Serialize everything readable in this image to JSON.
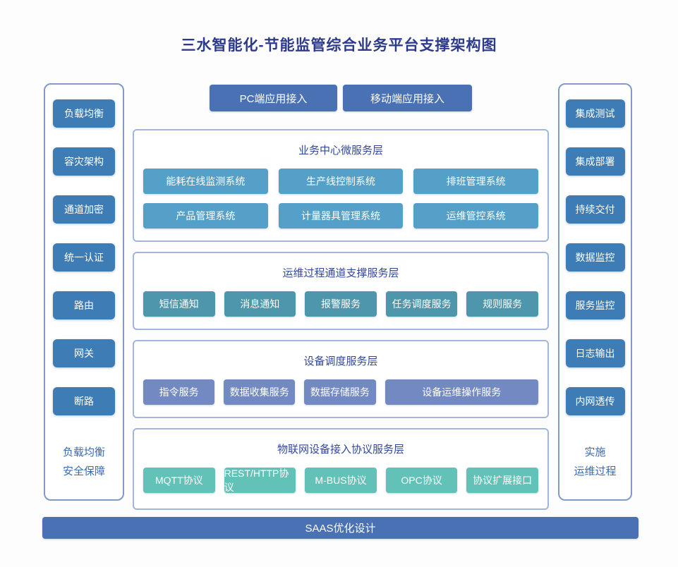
{
  "title": "三水智能化-节能监管综合业务平台支撑架构图",
  "colors": {
    "title_text": "#2d3a8c",
    "sidebar_button": "#3d7cb5",
    "indigo_button": "#4a71b4",
    "layer_header_text": "#33489c",
    "border": "#a3b5da",
    "business_layer_button": "#55a0c9",
    "channel_layer_button": "#4e96ab",
    "dispatch_layer_button": "#7389c2",
    "protocol_layer_button": "#62c2b8"
  },
  "access_buttons": [
    "PC端应用接入",
    "移动端应用接入"
  ],
  "left_sidebar": {
    "items": [
      "负载均衡",
      "容灾架构",
      "通道加密",
      "统一认证",
      "路由",
      "网关",
      "断路"
    ],
    "footer_lines": [
      "负载均衡",
      "安全保障"
    ]
  },
  "right_sidebar": {
    "items": [
      "集成测试",
      "集成部署",
      "持续交付",
      "数据监控",
      "服务监控",
      "日志输出",
      "内网透传"
    ],
    "footer_lines": [
      "实施",
      "运维过程"
    ]
  },
  "layers": [
    {
      "name": "business-center-microservice-layer",
      "title": "业务中心微服务层",
      "color": "#55a0c9",
      "rows": [
        [
          "能耗在线监测系统",
          "生产线控制系统",
          "排班管理系统"
        ],
        [
          "产品管理系统",
          "计量器具管理系统",
          "运维管控系统"
        ]
      ]
    },
    {
      "name": "ops-process-channel-support-layer",
      "title": "运维过程通道支撑服务层",
      "color": "#4e96ab",
      "rows": [
        [
          "短信通知",
          "消息通知",
          "报警服务",
          "任务调度服务",
          "规则服务"
        ]
      ]
    },
    {
      "name": "device-dispatch-service-layer",
      "title": "设备调度服务层",
      "color": "#7389c2",
      "rows": [
        [
          "指令服务",
          "数据收集服务",
          "数据存储服务",
          "设备运维操作服务"
        ]
      ]
    },
    {
      "name": "iot-device-access-protocol-layer",
      "title": "物联网设备接入协议服务层",
      "color": "#62c2b8",
      "rows": [
        [
          "MQTT协议",
          "REST/HTTP协议",
          "M-BUS协议",
          "OPC协议",
          "协议扩展接口"
        ]
      ]
    }
  ],
  "footer_bar": "SAAS优化设计"
}
